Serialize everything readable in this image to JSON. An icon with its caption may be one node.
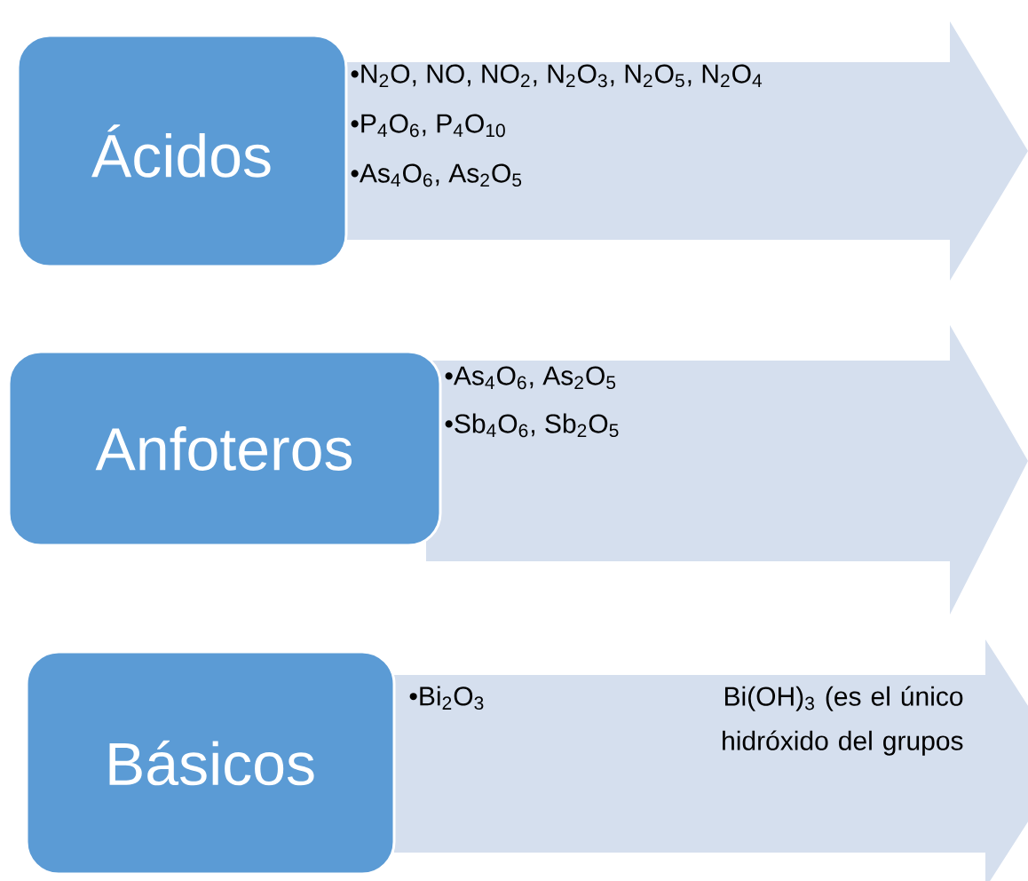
{
  "diagram": {
    "nodes": [
      {
        "text": [
          "Ácidos"
        ]
      },
      {
        "text": [
          "•N$_{2}$O, NO, NO$_{2}$, N$_{2}$O$_{3}$, N$_{2}$O$_{5}$, N$_{2}$O$_{4}$",
          "•P$_{4}$O$_{6}$, P$_{4}$O$_{10}$",
          "•As$_{4}$O$_{6}$, As$_{2}$O$_{5}$"
        ]
      },
      {
        "text": [
          "Anfoteros"
        ]
      },
      {
        "text": [
          "•As$_{4}$O$_{6}$, As$_{2}$O$_{5}$",
          "•Sb$_{4}$O$_{6}$, Sb$_{2}$O$_{5}$"
        ]
      },
      {
        "text": [
          "Básicos"
        ]
      },
      {
        "text": [
          "•Bi$_{2}$O$_{3}$",
          "Bi(OH)$_{3}$ (es el único hidróxido del grupos"
        ]
      }
    ]
  }
}
